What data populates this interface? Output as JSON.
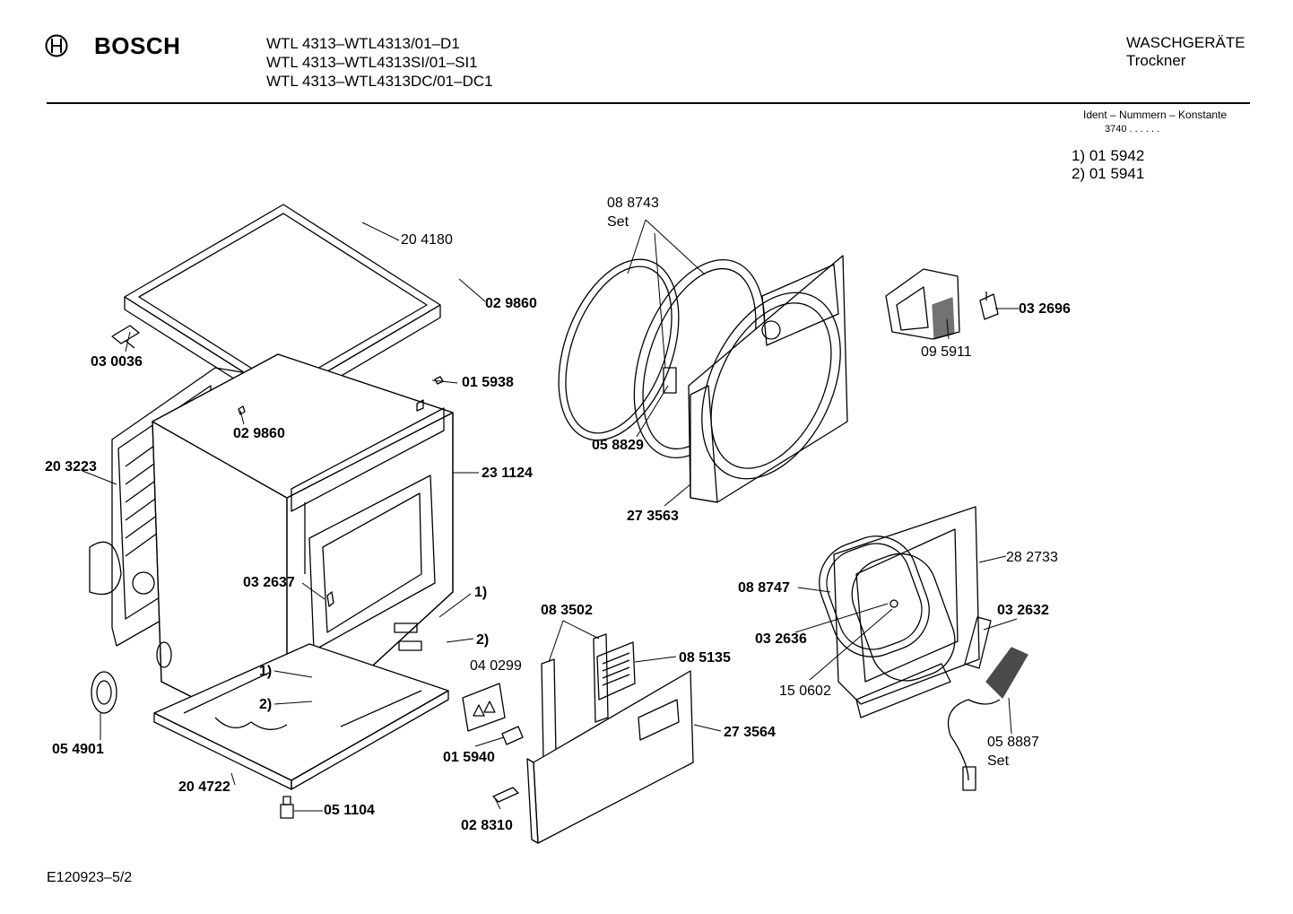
{
  "header": {
    "brand": "BOSCH",
    "models": [
      "WTL 4313–WTL4313/01–D1",
      "WTL 4313–WTL4313SI/01–SI1",
      "WTL 4313–WTL4313DC/01–DC1"
    ],
    "category": "WASCHGERÄTE",
    "subcategory": "Trockner"
  },
  "ident": {
    "title": "Ident – Nummern – Konstante",
    "value": "3740 . .  . . . .",
    "variants": [
      "1) 01 5942",
      "2) 01 5941"
    ]
  },
  "parts": {
    "p204180": "20 4180",
    "p029860a": "02 9860",
    "p030036": "03 0036",
    "p015938": "01 5938",
    "p029860b": "02 9860",
    "p203223": "20 3223",
    "p231124": "23 1124",
    "p032637": "03 2637",
    "pv1a": "1)",
    "pv2a": "2)",
    "pv1b": "1)",
    "pv2b": "2)",
    "p054901": "05 4901",
    "p204722": "20 4722",
    "p051104": "05 1104",
    "p088743": "08 8743",
    "p088743set": "Set",
    "p058829": "05 8829",
    "p273563": "27 3563",
    "p095911": "09 5911",
    "p032696": "03 2696",
    "p083502": "08 3502",
    "p040299": "04 0299",
    "p085135": "08 5135",
    "p015940": "01 5940",
    "p273564": "27 3564",
    "p028310": "02 8310",
    "p282733": "28 2733",
    "p088747": "08 8747",
    "p032636": "03 2636",
    "p150602": "15 0602",
    "p032632": "03 2632",
    "p058887": "05 8887",
    "p058887set": "Set"
  },
  "footer": {
    "doc_id": "E120923–5/2"
  }
}
